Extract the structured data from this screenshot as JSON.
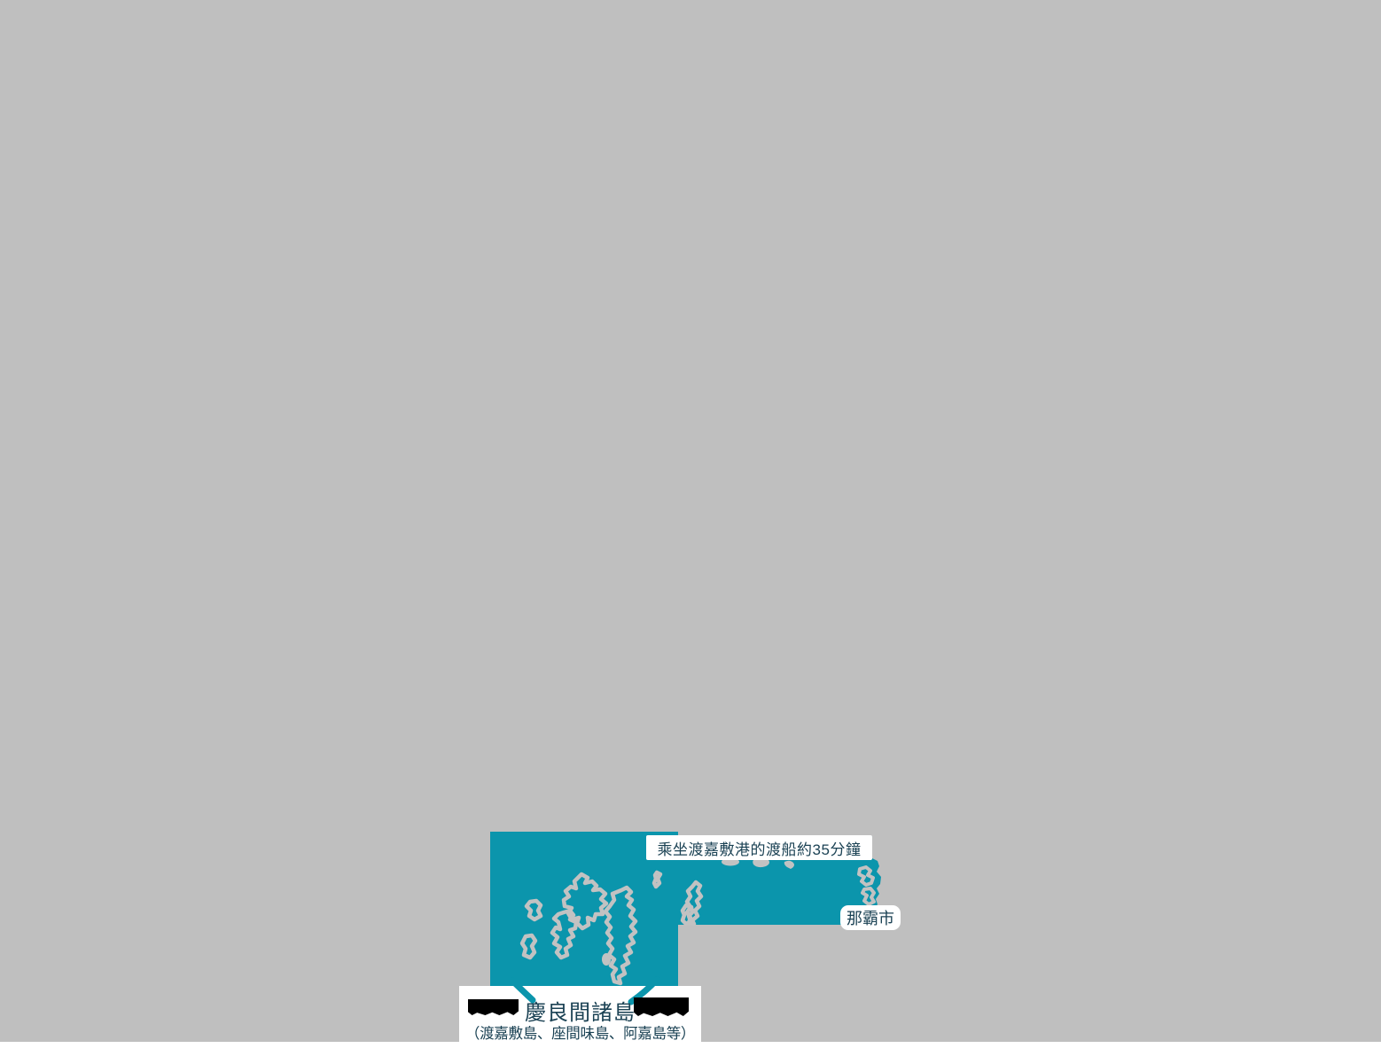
{
  "colors": {
    "background": "#bfbfbf",
    "sea": "#0b95ac",
    "island_outline": "#c2c2c2",
    "label_text": "#1b4254",
    "label_bg": "#ffffff",
    "redaction": "#000000",
    "bottom_strip": "#ffffff"
  },
  "map": {
    "ferry_note": "乘坐渡嘉敷港的渡船約35分鐘",
    "naha_city": "那霸市",
    "kerama_title": "慶良間諸島",
    "kerama_subtitle": "（渡嘉敷島、座間味島、阿嘉島等）"
  }
}
